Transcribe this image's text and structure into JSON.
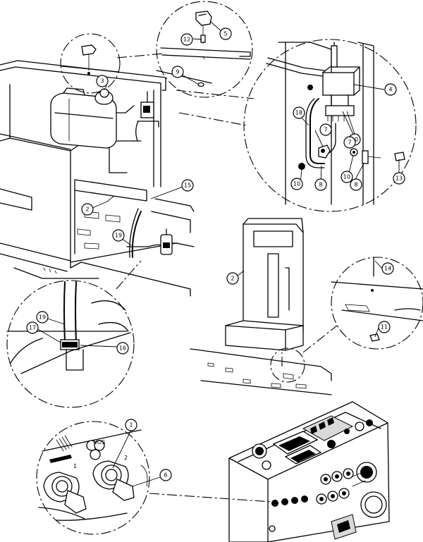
{
  "callouts": [
    {
      "id": "c1",
      "label": "1"
    },
    {
      "id": "c2a",
      "label": "2"
    },
    {
      "id": "c2b",
      "label": "2"
    },
    {
      "id": "c3",
      "label": "3"
    },
    {
      "id": "c4",
      "label": "4"
    },
    {
      "id": "c5",
      "label": "5"
    },
    {
      "id": "c6",
      "label": "6"
    },
    {
      "id": "c7a",
      "label": "7"
    },
    {
      "id": "c7b",
      "label": "7"
    },
    {
      "id": "c8a",
      "label": "8"
    },
    {
      "id": "c8b",
      "label": "8"
    },
    {
      "id": "c9",
      "label": "9"
    },
    {
      "id": "c10a",
      "label": "10"
    },
    {
      "id": "c10b",
      "label": "10"
    },
    {
      "id": "c10c",
      "label": "10"
    },
    {
      "id": "c11",
      "label": "11"
    },
    {
      "id": "c12",
      "label": "12"
    },
    {
      "id": "c13",
      "label": "13"
    },
    {
      "id": "c14",
      "label": "14"
    },
    {
      "id": "c15",
      "label": "15"
    },
    {
      "id": "c16",
      "label": "16"
    },
    {
      "id": "c17",
      "label": "17"
    },
    {
      "id": "c18",
      "label": "18"
    },
    {
      "id": "c19a",
      "label": "19"
    },
    {
      "id": "c19b",
      "label": "19"
    }
  ],
  "panel_labels": {
    "gas_mark": "2",
    "uos_mark": "UOS",
    "connector_1": "1",
    "connector_2": "2"
  }
}
